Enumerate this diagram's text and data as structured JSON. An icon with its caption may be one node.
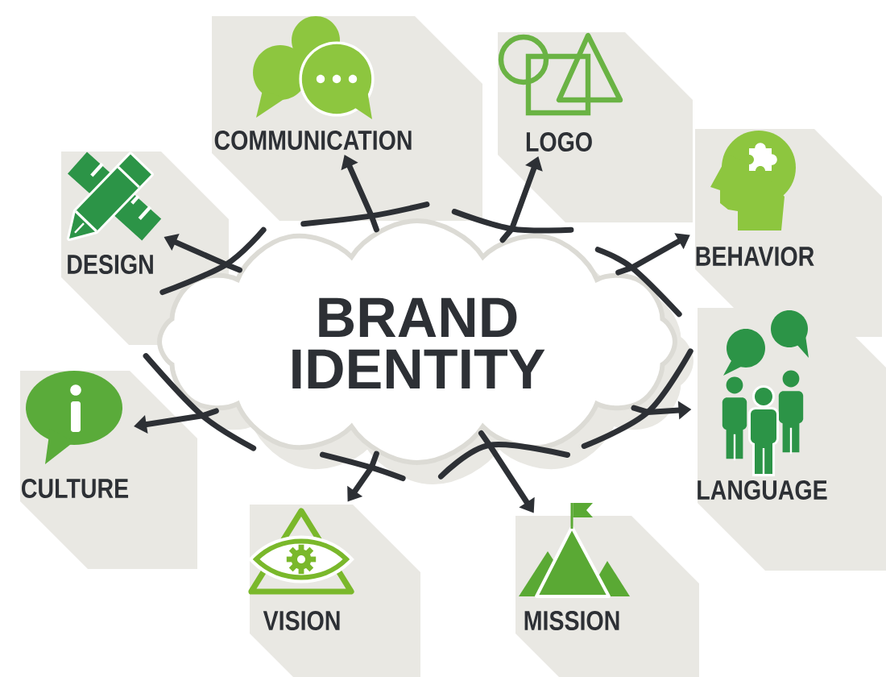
{
  "diagram": {
    "nodes": [
      {
        "text": [
          "BRAND IDENTITY"
        ]
      },
      {
        "text": [
          "COMMUNICATION"
        ]
      },
      {
        "text": [
          "LOGO"
        ]
      },
      {
        "text": [
          "DESIGN"
        ]
      },
      {
        "text": [
          "BEHAVIOR"
        ]
      },
      {
        "text": [
          "CULTURE"
        ]
      },
      {
        "text": [
          "LANGUAGE"
        ]
      },
      {
        "text": [
          "VISION"
        ]
      },
      {
        "text": [
          "MISSION"
        ]
      }
    ],
    "edges": [
      {
        "from": 0,
        "to": 1,
        "arrow": "to"
      },
      {
        "from": 0,
        "to": 2,
        "arrow": "to"
      },
      {
        "from": 0,
        "to": 3,
        "arrow": "to"
      },
      {
        "from": 0,
        "to": 4,
        "arrow": "to"
      },
      {
        "from": 0,
        "to": 5,
        "arrow": "to"
      },
      {
        "from": 0,
        "to": 6,
        "arrow": "to"
      },
      {
        "from": 0,
        "to": 7,
        "arrow": "to"
      },
      {
        "from": 0,
        "to": 8,
        "arrow": "to"
      }
    ]
  }
}
